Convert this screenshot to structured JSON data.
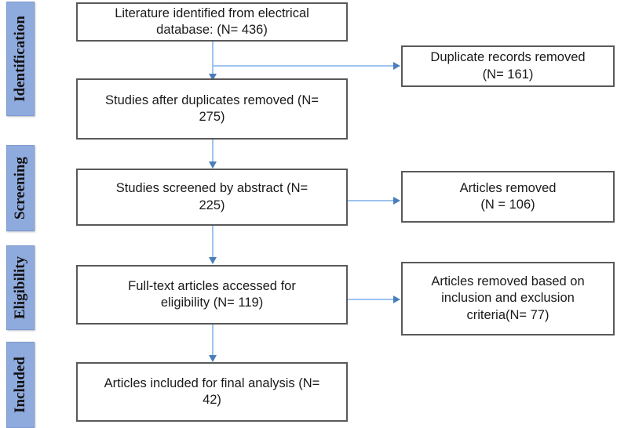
{
  "diagram": {
    "type": "prisma-flow-diagram",
    "accent_color": "#8FAADC",
    "connector_color": "#9DC3F0",
    "box_border_color": "#595959",
    "phases": [
      {
        "id": "identification",
        "label": "Identification"
      },
      {
        "id": "screening",
        "label": "Screening"
      },
      {
        "id": "eligibility",
        "label": "Eligibility"
      },
      {
        "id": "included",
        "label": "Included"
      }
    ],
    "main_boxes": [
      {
        "id": "literature-identified",
        "text": "Literature identified from electrical\ndatabase: (N= 436)",
        "count": 436
      },
      {
        "id": "studies-after-duplicates",
        "text": "Studies after duplicates removed (N=\n275)",
        "count": 275
      },
      {
        "id": "studies-screened-abstract",
        "text": "Studies screened by abstract (N=\n225)",
        "count": 225
      },
      {
        "id": "full-text-accessed",
        "text": "Full-text articles accessed for\neligibility (N= 119)",
        "count": 119
      },
      {
        "id": "articles-included-final",
        "text": "Articles included for final analysis (N=\n42)",
        "count": 42
      }
    ],
    "exclusion_boxes": [
      {
        "id": "duplicate-records-removed",
        "text": "Duplicate records removed\n(N= 161)",
        "count": 161
      },
      {
        "id": "articles-removed",
        "text": "Articles removed\n(N = 106)",
        "count": 106
      },
      {
        "id": "articles-removed-criteria",
        "text": "Articles removed based on\ninclusion and exclusion\ncriteria(N= 77)",
        "count": 77
      }
    ]
  }
}
